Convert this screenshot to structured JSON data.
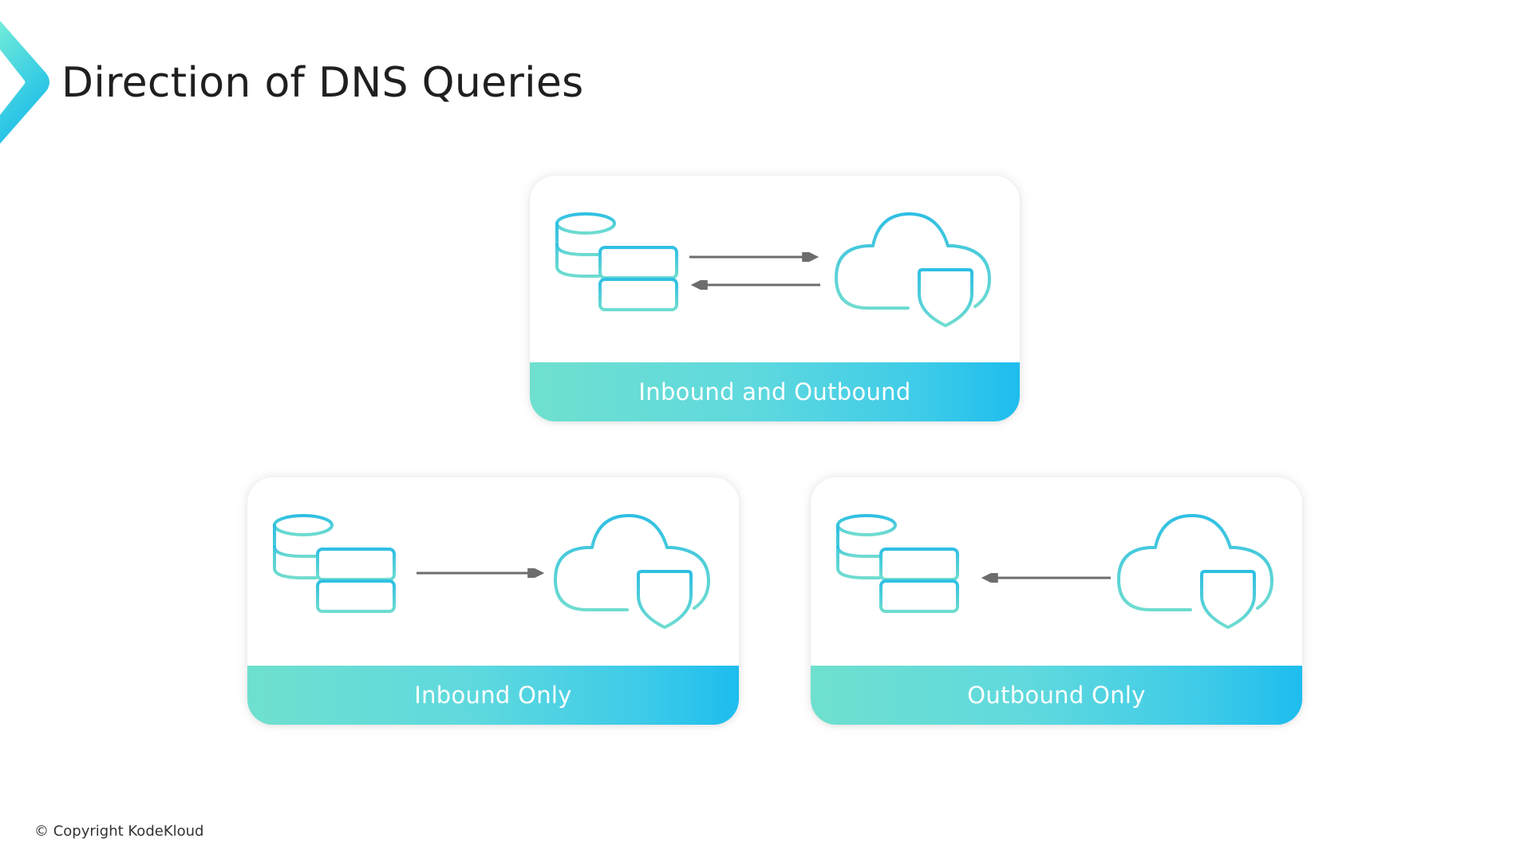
{
  "slide": {
    "title": "Direction of DNS Queries",
    "copyright": "© Copyright KodeKloud"
  },
  "colors": {
    "accent_teal": "#6fe0cf",
    "accent_blue": "#1dbdee",
    "arrow_gray": "#6d6d6d",
    "title_text": "#1f1f1f"
  },
  "cards": [
    {
      "label": "Inbound and Outbound",
      "left_icon": "database-server-icon",
      "right_icon": "cloud-shield-icon",
      "arrows": [
        "right",
        "left"
      ]
    },
    {
      "label": "Inbound Only",
      "left_icon": "database-server-icon",
      "right_icon": "cloud-shield-icon",
      "arrows": [
        "right"
      ]
    },
    {
      "label": "Outbound Only",
      "left_icon": "database-server-icon",
      "right_icon": "cloud-shield-icon",
      "arrows": [
        "left"
      ]
    }
  ]
}
